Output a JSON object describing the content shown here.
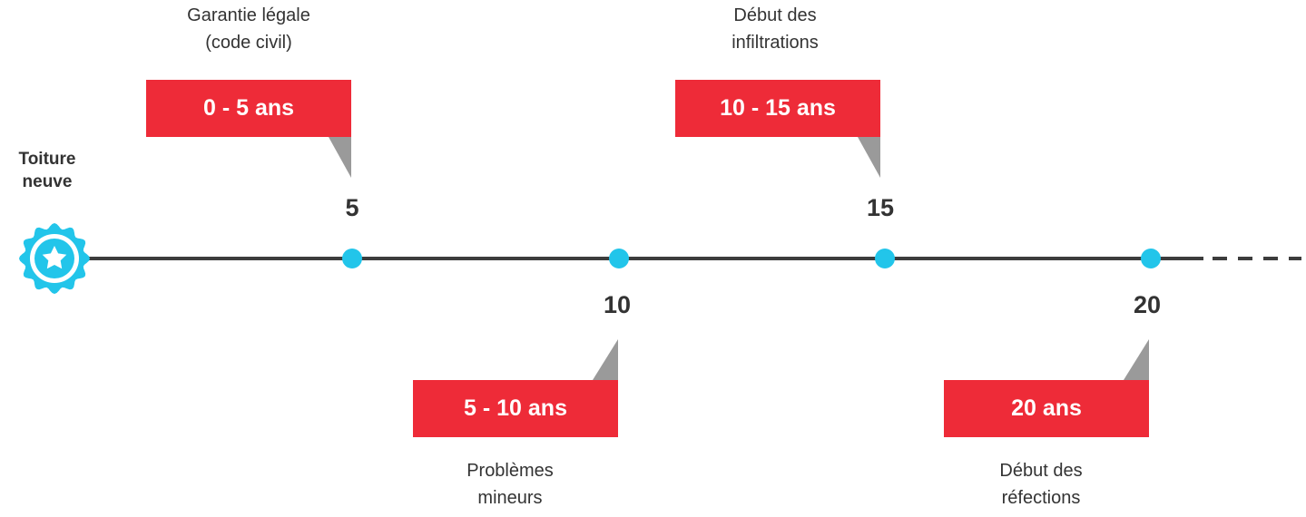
{
  "start": {
    "label_line1": "Toiture",
    "label_line2": "neuve",
    "icon": "star-badge-icon",
    "icon_color": "#22c5ea"
  },
  "colors": {
    "badge": "#ee2b38",
    "badge_tail": "#9a9a9a",
    "dot": "#22c5ea",
    "axis": "#3d3d3d"
  },
  "milestones": [
    {
      "tick": "5",
      "badge": "0 - 5 ans",
      "caption_line1": "Garantie légale",
      "caption_line2": "(code civil)",
      "position": "above"
    },
    {
      "tick": "10",
      "badge": "5 - 10 ans",
      "caption_line1": "Problèmes",
      "caption_line2": "mineurs",
      "position": "below"
    },
    {
      "tick": "15",
      "badge": "10 - 15 ans",
      "caption_line1": "Début des",
      "caption_line2": "infiltrations",
      "position": "above"
    },
    {
      "tick": "20",
      "badge": "20 ans",
      "caption_line1": "Début des",
      "caption_line2": "réfections",
      "position": "below"
    }
  ]
}
